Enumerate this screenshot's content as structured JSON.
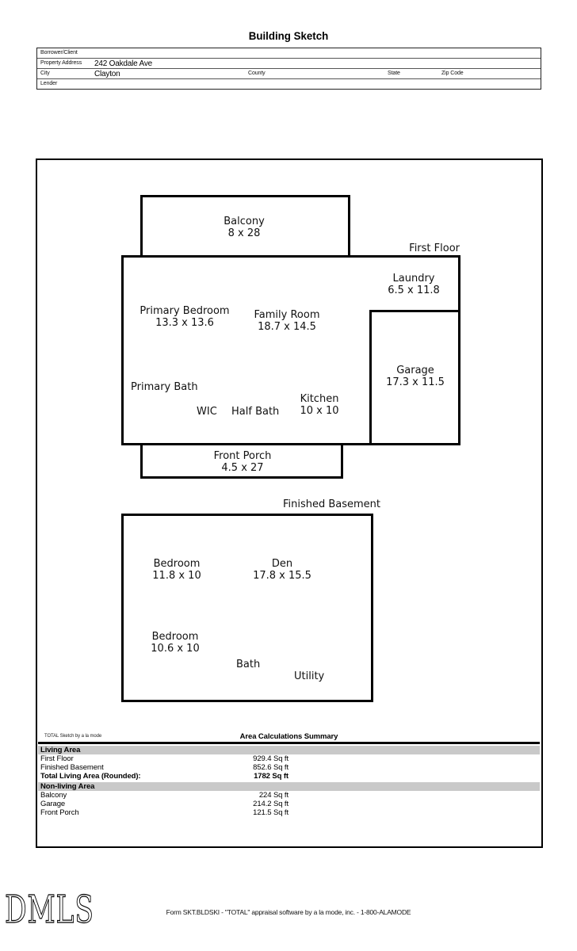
{
  "page": {
    "title": "Building Sketch"
  },
  "form": {
    "borrower_label": "Borrower/Client",
    "borrower_value": "",
    "address_label": "Property Address",
    "address_value": "242 Oakdale Ave",
    "city_label": "City",
    "city_value": "Clayton",
    "county_label": "County",
    "county_value": "",
    "state_label": "State",
    "state_value": "",
    "zip_label": "Zip Code",
    "zip_value": "",
    "lender_label": "Lender",
    "lender_value": ""
  },
  "sketch": {
    "first_floor": {
      "title": "First Floor",
      "rooms": {
        "balcony": {
          "name": "Balcony",
          "dims": "8 x 28"
        },
        "laundry": {
          "name": "Laundry",
          "dims": "6.5 x 11.8"
        },
        "primary_bedroom": {
          "name": "Primary Bedroom",
          "dims": "13.3 x 13.6"
        },
        "family_room": {
          "name": "Family Room",
          "dims": "18.7 x 14.5"
        },
        "garage": {
          "name": "Garage",
          "dims": "17.3 x 11.5"
        },
        "primary_bath": {
          "name": "Primary Bath"
        },
        "wic": {
          "name": "WIC"
        },
        "half_bath": {
          "name": "Half Bath"
        },
        "kitchen": {
          "name": "Kitchen",
          "dims": "10 x 10"
        },
        "front_porch": {
          "name": "Front Porch",
          "dims": "4.5 x 27"
        }
      }
    },
    "basement": {
      "title": "Finished Basement",
      "rooms": {
        "bedroom1": {
          "name": "Bedroom",
          "dims": "11.8 x 10"
        },
        "den": {
          "name": "Den",
          "dims": "17.8 x 15.5"
        },
        "bedroom2": {
          "name": "Bedroom",
          "dims": "10.6 x 10"
        },
        "bath": {
          "name": "Bath"
        },
        "utility": {
          "name": "Utility"
        }
      }
    }
  },
  "summary": {
    "software_note": "TOTAL Sketch by a la mode",
    "title": "Area Calculations Summary",
    "living_heading": "Living Area",
    "living_rows": [
      {
        "label": "First Floor",
        "value": "929.4 Sq ft"
      },
      {
        "label": "Finished Basement",
        "value": "852.6 Sq ft"
      }
    ],
    "living_total_label": "Total Living Area (Rounded):",
    "living_total_value": "1782 Sq ft",
    "nonliving_heading": "Non-living Area",
    "nonliving_rows": [
      {
        "label": "Balcony",
        "value": "224 Sq ft"
      },
      {
        "label": "Garage",
        "value": "214.2 Sq ft"
      },
      {
        "label": "Front Porch",
        "value": "121.5 Sq ft"
      }
    ]
  },
  "footer": {
    "logo": "DMLS",
    "form_id": "Form SKT.BLDSKI - \"TOTAL\" appraisal software by a la mode, inc. - 1-800-ALAMODE"
  }
}
